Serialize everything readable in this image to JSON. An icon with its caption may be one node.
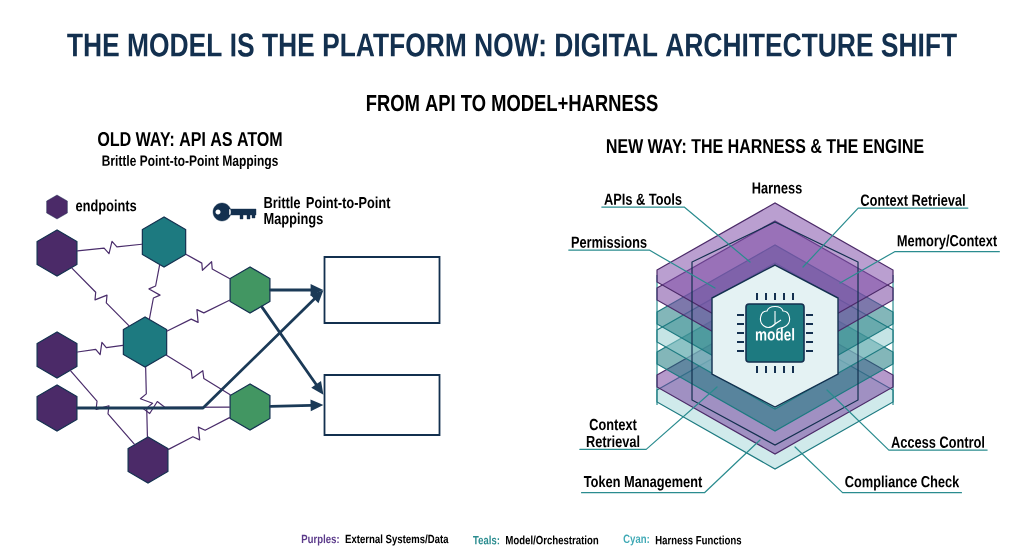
{
  "diagram": {
    "title": "THE MODEL IS THE PLATFORM NOW: DIGITAL ARCHITECTURE SHIFT",
    "nodes": [
      {
        "text": [],
        "shape": "hexagon"
      },
      {
        "text": [],
        "shape": "hexagon"
      },
      {
        "text": [],
        "shape": "hexagon"
      },
      {
        "text": [],
        "shape": "hexagon"
      },
      {
        "text": [],
        "shape": "hexagon"
      },
      {
        "text": [],
        "shape": "hexagon"
      },
      {
        "text": [],
        "shape": "hexagon"
      },
      {
        "text": [],
        "shape": "hexagon"
      },
      {
        "text": [],
        "shape": "box"
      },
      {
        "text": [],
        "shape": "box"
      },
      {
        "text": [
          "APIs & Tools"
        ]
      },
      {
        "text": [
          "Context Retrieval"
        ]
      },
      {
        "text": [
          "Permissions"
        ]
      },
      {
        "text": [
          "Memory/Context"
        ]
      },
      {
        "text": [
          "model"
        ]
      },
      {
        "text": [
          "Context Retrieval"
        ]
      },
      {
        "text": [
          "Access Control"
        ]
      },
      {
        "text": [
          "Token Management"
        ]
      },
      {
        "text": [
          "Compliance Check"
        ]
      }
    ],
    "edges": [
      {
        "from": 1,
        "to": 0,
        "arrow": "none"
      },
      {
        "from": 1,
        "to": 2,
        "arrow": "none"
      },
      {
        "from": 0,
        "to": 2,
        "arrow": "none"
      },
      {
        "from": 0,
        "to": 6,
        "arrow": "none"
      },
      {
        "from": 3,
        "to": 2,
        "arrow": "none"
      },
      {
        "from": 2,
        "to": 6,
        "arrow": "none"
      },
      {
        "from": 2,
        "to": 7,
        "arrow": "none"
      },
      {
        "from": 2,
        "to": 5,
        "arrow": "none"
      },
      {
        "from": 3,
        "to": 5,
        "arrow": "none"
      },
      {
        "from": 4,
        "to": 7,
        "arrow": "none"
      },
      {
        "from": 5,
        "to": 7,
        "arrow": "none"
      },
      {
        "from": 6,
        "to": 8,
        "arrow": "to",
        "style": "thick",
        "color": "#1b3a57"
      },
      {
        "from": 7,
        "to": 9,
        "arrow": "to",
        "style": "thick",
        "color": "#1b3a57"
      },
      {
        "from": 6,
        "to": 9,
        "arrow": "to",
        "style": "thick",
        "color": "#1b3a57"
      },
      {
        "from": 4,
        "to": 8,
        "arrow": "to",
        "style": "thick",
        "color": "#1b3a57"
      },
      {
        "from": 10,
        "to": null,
        "arrow": "none",
        "color": "#2a8c8f"
      },
      {
        "from": 11,
        "to": null,
        "arrow": "none",
        "color": "#2a8c8f"
      },
      {
        "from": 12,
        "to": null,
        "arrow": "none",
        "color": "#2a8c8f"
      },
      {
        "from": 13,
        "to": null,
        "arrow": "none",
        "color": "#2a8c8f"
      },
      {
        "from": 15,
        "to": null,
        "arrow": "none",
        "color": "#2a8c8f"
      },
      {
        "from": 16,
        "to": null,
        "arrow": "none",
        "color": "#2a8c8f"
      },
      {
        "from": 17,
        "to": null,
        "arrow": "none",
        "color": "#2a8c8f"
      },
      {
        "from": 18,
        "to": null,
        "arrow": "none",
        "color": "#2a8c8f"
      }
    ],
    "labels": [
      "FROM API TO MODEL+HARNESS",
      "OLD WAY: API AS ATOM",
      "Brittle Point-to-Point Mappings",
      "NEW WAY: THE HARNESS & THE ENGINE",
      "Harness",
      "Purples:",
      "Teals:",
      "Cyan:"
    ],
    "legend": [
      {
        "text": "endpoints"
      },
      {
        "text": "Brittle Point-to-Point Mappings"
      },
      {
        "text": "External Systems/Data",
        "color": "#5b3a8a"
      },
      {
        "text": "Model/Orchestration",
        "color": "#2a8c8f"
      },
      {
        "text": "Harness Functions",
        "color": "#3fa9b5"
      }
    ]
  }
}
